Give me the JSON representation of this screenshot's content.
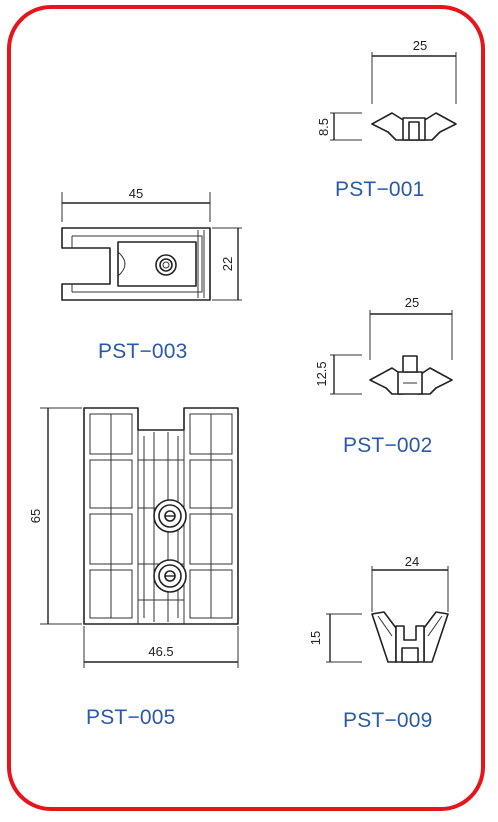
{
  "parts": [
    {
      "id": "PST-001",
      "label": "PST−001",
      "dims": {
        "width": "25",
        "height": "8.5"
      }
    },
    {
      "id": "PST-002",
      "label": "PST−002",
      "dims": {
        "width": "25",
        "height": "12.5"
      }
    },
    {
      "id": "PST-003",
      "label": "PST−003",
      "dims": {
        "width": "45",
        "height": "22"
      }
    },
    {
      "id": "PST-005",
      "label": "PST−005",
      "dims": {
        "width": "46.5",
        "height": "65"
      }
    },
    {
      "id": "PST-009",
      "label": "PST−009",
      "dims": {
        "width": "24",
        "height": "15"
      }
    }
  ],
  "colors": {
    "frame": "#e8141c",
    "label": "#2a5aa7",
    "line": "#222222"
  }
}
